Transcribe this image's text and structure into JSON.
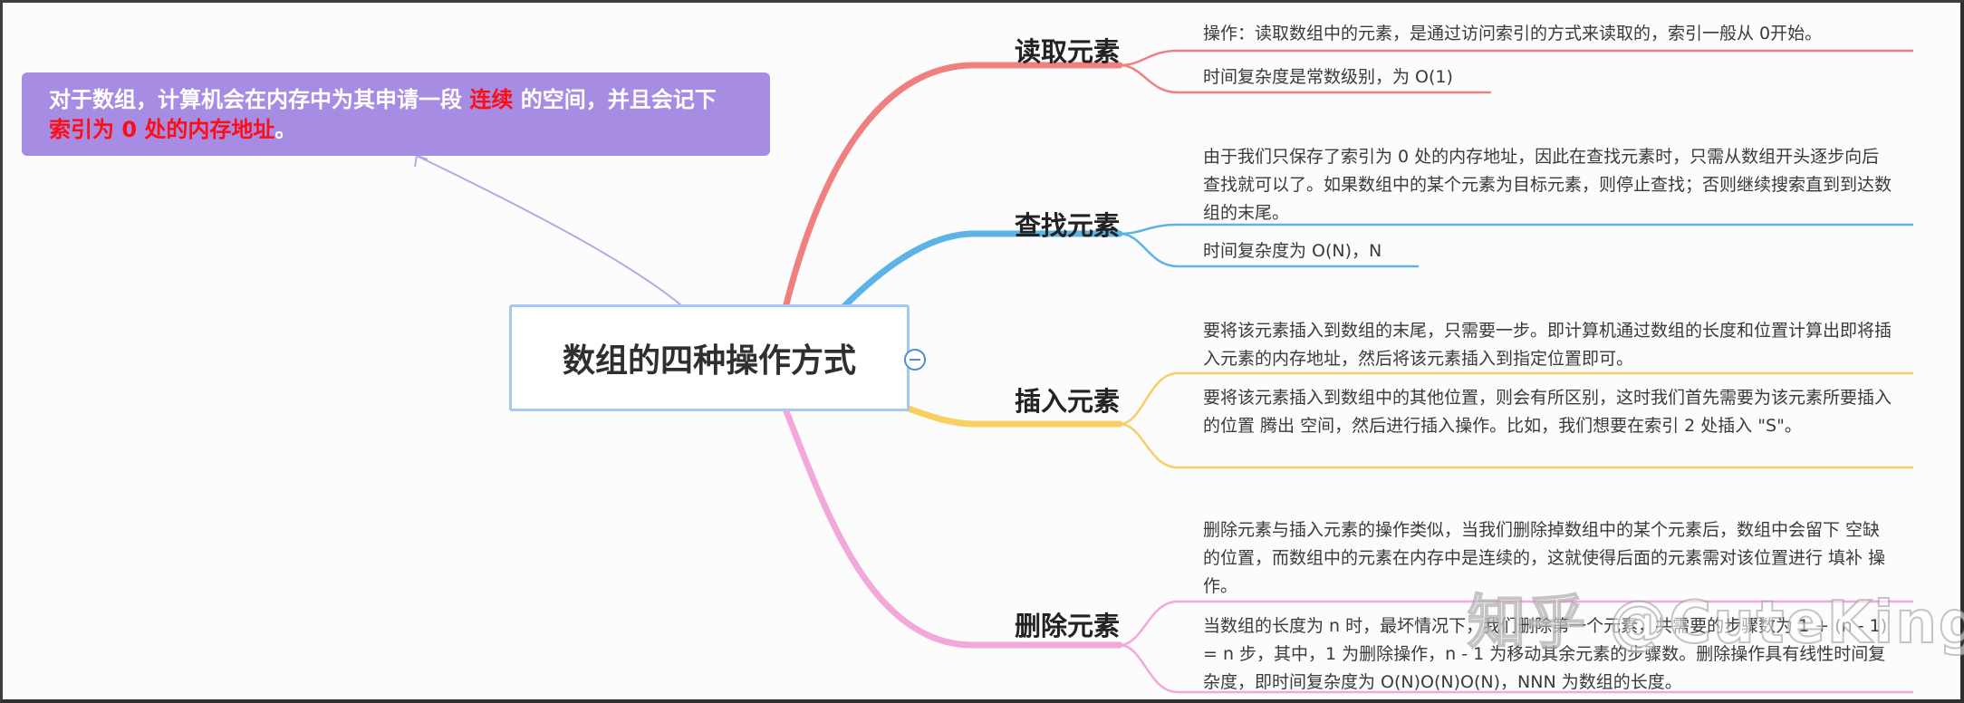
{
  "root": {
    "title": "数组的四种操作方式"
  },
  "callout": {
    "part1": "对于数组，计算机会在内存中为其申请一段 ",
    "highlight1": "连续",
    "part2": " 的空间，并且会记下",
    "highlight2": "索引为 0 处的内存地址",
    "part3": "。"
  },
  "branches": [
    {
      "label": "读取元素",
      "color": "#f08080",
      "notes": [
        "操作：读取数组中的元素，是通过访问索引的方式来读取的，索引一般从 0开始。",
        "时间复杂度是常数级别，为 O(1)"
      ]
    },
    {
      "label": "查找元素",
      "color": "#5bb3e6",
      "notes": [
        "由于我们只保存了索引为 0 处的内存地址，因此在查找元素时，只需从数组开头逐步向后查找就可以了。如果数组中的某个元素为目标元素，则停止查找；否则继续搜索直到到达数组的末尾。",
        "时间复杂度为 O(N)，N"
      ]
    },
    {
      "label": "插入元素",
      "color": "#f7cf63",
      "notes": [
        "要将该元素插入到数组的末尾，只需要一步。即计算机通过数组的长度和位置计算出即将插入元素的内存地址，然后将该元素插入到指定位置即可。",
        "要将该元素插入到数组中的其他位置，则会有所区别，这时我们首先需要为该元素所要插入的位置 腾出 空间，然后进行插入操作。比如，我们想要在索引 2 处插入 \"S\"。"
      ]
    },
    {
      "label": "删除元素",
      "color": "#f2a8d8",
      "notes": [
        "删除元素与插入元素的操作类似，当我们删除掉数组中的某个元素后，数组中会留下 空缺 的位置，而数组中的元素在内存中是连续的，这就使得后面的元素需对该位置进行 填补 操作。",
        "当数组的长度为 n 时，最坏情况下，我们删除第一个元素，共需要的步骤数为 1 + (n - 1) = n 步，其中，1 为删除操作，n - 1 为移动其余元素的步骤数。删除操作具有线性时间复杂度，即时间复杂度为 O(N)O(N)O(N)，NNN 为数组的长度。"
      ]
    }
  ],
  "watermark": "知乎 @CuteKing"
}
